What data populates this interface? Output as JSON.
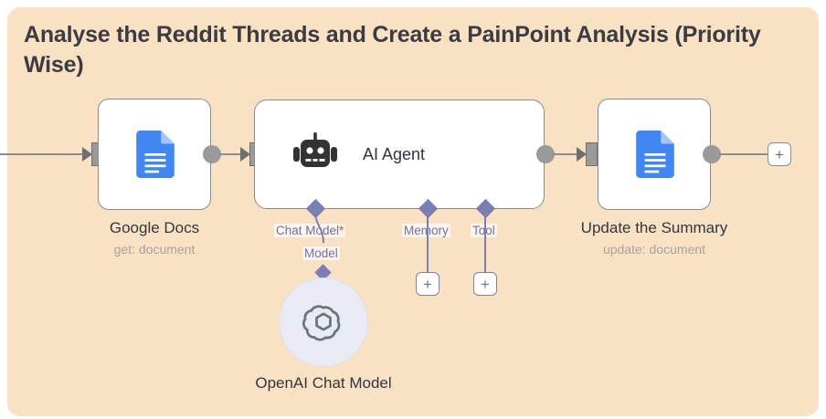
{
  "workflow": {
    "title": "Analyse the Reddit Threads and Create a PainPoint Analysis (Priority Wise)",
    "background_color": "#f9e1c3",
    "accent_color": "#7b7eb4"
  },
  "nodes": {
    "google_docs": {
      "name": "Google Docs",
      "subtitle": "get: document",
      "icon": "google-docs-icon"
    },
    "ai_agent": {
      "name": "AI Agent",
      "icon": "robot-icon"
    },
    "update_summary": {
      "name": "Update the Summary",
      "subtitle": "update: document",
      "icon": "google-docs-icon"
    },
    "openai_chat_model": {
      "name": "OpenAI Chat Model",
      "icon": "openai-icon"
    }
  },
  "connection_labels": {
    "chat_model": "Chat Model",
    "chat_model_required_marker": "*",
    "model": "Model",
    "memory": "Memory",
    "tool": "Tool"
  },
  "buttons": {
    "add_plus": "+",
    "add_memory_plus": "+",
    "add_tool_plus": "+"
  }
}
